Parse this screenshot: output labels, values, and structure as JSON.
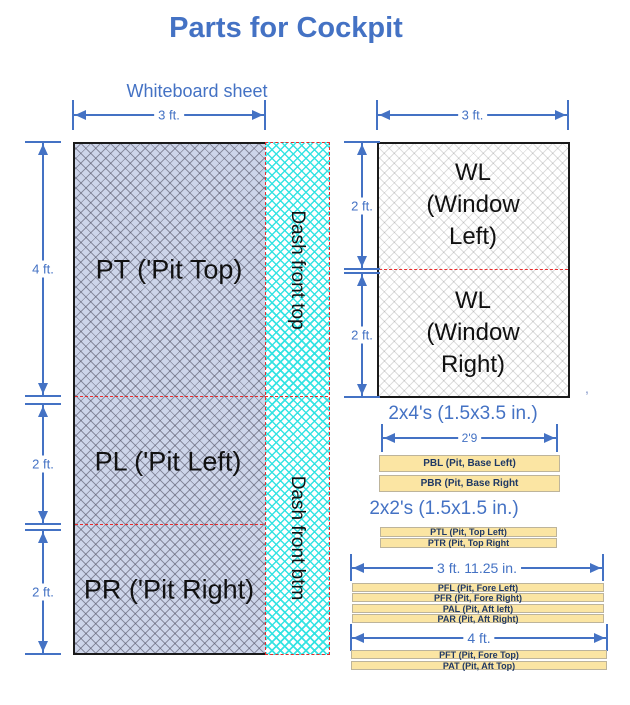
{
  "title": "Parts for Cockpit",
  "whiteboard": {
    "label": "Whiteboard sheet",
    "dim_width": "3 ft.",
    "dim_pt": "4 ft.",
    "dim_pl": "2 ft.",
    "dim_pr": "2 ft.",
    "pt_label": "PT ('Pit Top)",
    "pl_label": "PL ('Pit Left)",
    "pr_label": "PR ('Pit Right)",
    "dash_top_label": "Dash front top",
    "dash_btm_label": "Dash front btm"
  },
  "window_sheet": {
    "dim_width": "3 ft.",
    "dim_top": "2 ft.",
    "dim_bottom": "2 ft.",
    "top_lines": [
      "WL",
      "(Window",
      "Left)"
    ],
    "bottom_lines": [
      "WL",
      "(Window",
      "Right)"
    ],
    "stray_mark": ","
  },
  "lumber_2x4": {
    "title": "2x4's (1.5x3.5 in.)",
    "dim_length": "2'9",
    "bars": [
      "PBL (Pit, Base Left)",
      "PBR (Pit, Base Right"
    ]
  },
  "lumber_2x2": {
    "title": "2x2's (1.5x1.5 in.)",
    "bars_top": [
      "PTL (Pit, Top Left)",
      "PTR (Pit, Top Right"
    ],
    "dim_long": "3 ft. 11.25 in.",
    "bars_long": [
      "PFL (Pit, Fore Left)",
      "PFR (Pit, Fore Right)",
      "PAL (Pit, Aft left)",
      "PAR (Pit, Aft Right)"
    ],
    "dim_4ft": "4 ft.",
    "bars_4ft": [
      "PFT (Pit, Fore Top)",
      "PAT (Pit, Aft Top)"
    ]
  },
  "colors": {
    "accent": "#4472C4",
    "cut_line_red": "#E82C2C",
    "bar_fill": "#FBE5A3",
    "bar_border": "#BDB49B",
    "bar_text": "#1F3864",
    "sheet_lavender": "#CDD5EA",
    "hatch_cyan": "#2DE2E2",
    "hatch_gray": "#D9D9D9"
  }
}
